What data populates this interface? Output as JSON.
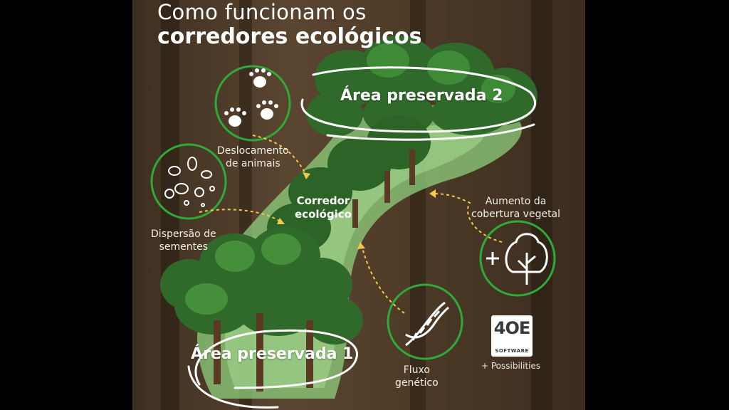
{
  "title": {
    "line1": "Como funcionam os",
    "line2": "corredores ecológicos"
  },
  "areas": {
    "area2": "Área preservada 2",
    "area1": "Área preservada 1"
  },
  "corridor": {
    "line1": "Corredor",
    "line2": "ecológico"
  },
  "labels": {
    "animals": [
      "Deslocamento",
      "de animais"
    ],
    "seeds": [
      "Dispersão de",
      "sementes"
    ],
    "vegetation": [
      "Aumento da",
      "cobertura vegetal"
    ],
    "genetic": [
      "Fluxo",
      "genético"
    ]
  },
  "icons": {
    "animals": "paw-prints-icon",
    "seeds": "seeds-icon",
    "vegetation": "plus-tree-icon",
    "genetic": "dna-icon"
  },
  "brand": {
    "mark": "4OE",
    "sub": "SOFTWARE",
    "tagline": "+ Possibilities"
  },
  "colors": {
    "background": "#4e3b28",
    "ring": "#2faa3a",
    "path": "#8fcf7e",
    "arrow": "#f2c94c",
    "tree": "#2f6a2a"
  }
}
